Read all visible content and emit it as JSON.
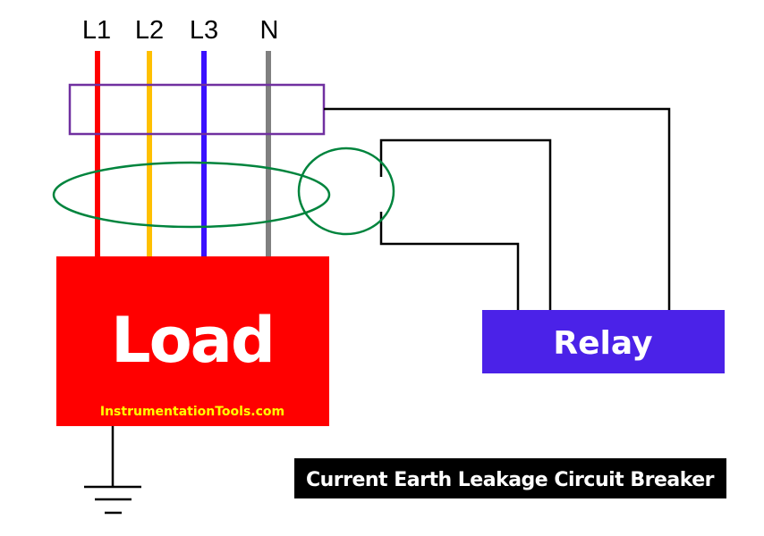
{
  "diagram": {
    "title": "Current Earth Leakage Circuit Breaker",
    "watermark": "InstrumentationTools.com",
    "phases": [
      {
        "label": "L1",
        "color": "#ff0000"
      },
      {
        "label": "L2",
        "color": "#ffc000"
      },
      {
        "label": "L3",
        "color": "#3a10ff"
      },
      {
        "label": "N",
        "color": "#808080"
      }
    ],
    "load": {
      "label": "Load",
      "color": "#ff0000"
    },
    "relay": {
      "label": "Relay",
      "color": "#4b22e8"
    },
    "breaker_color": "#7030a0",
    "core_color": "#00843d",
    "wire_color": "#000000",
    "ground": "earth-ground"
  }
}
